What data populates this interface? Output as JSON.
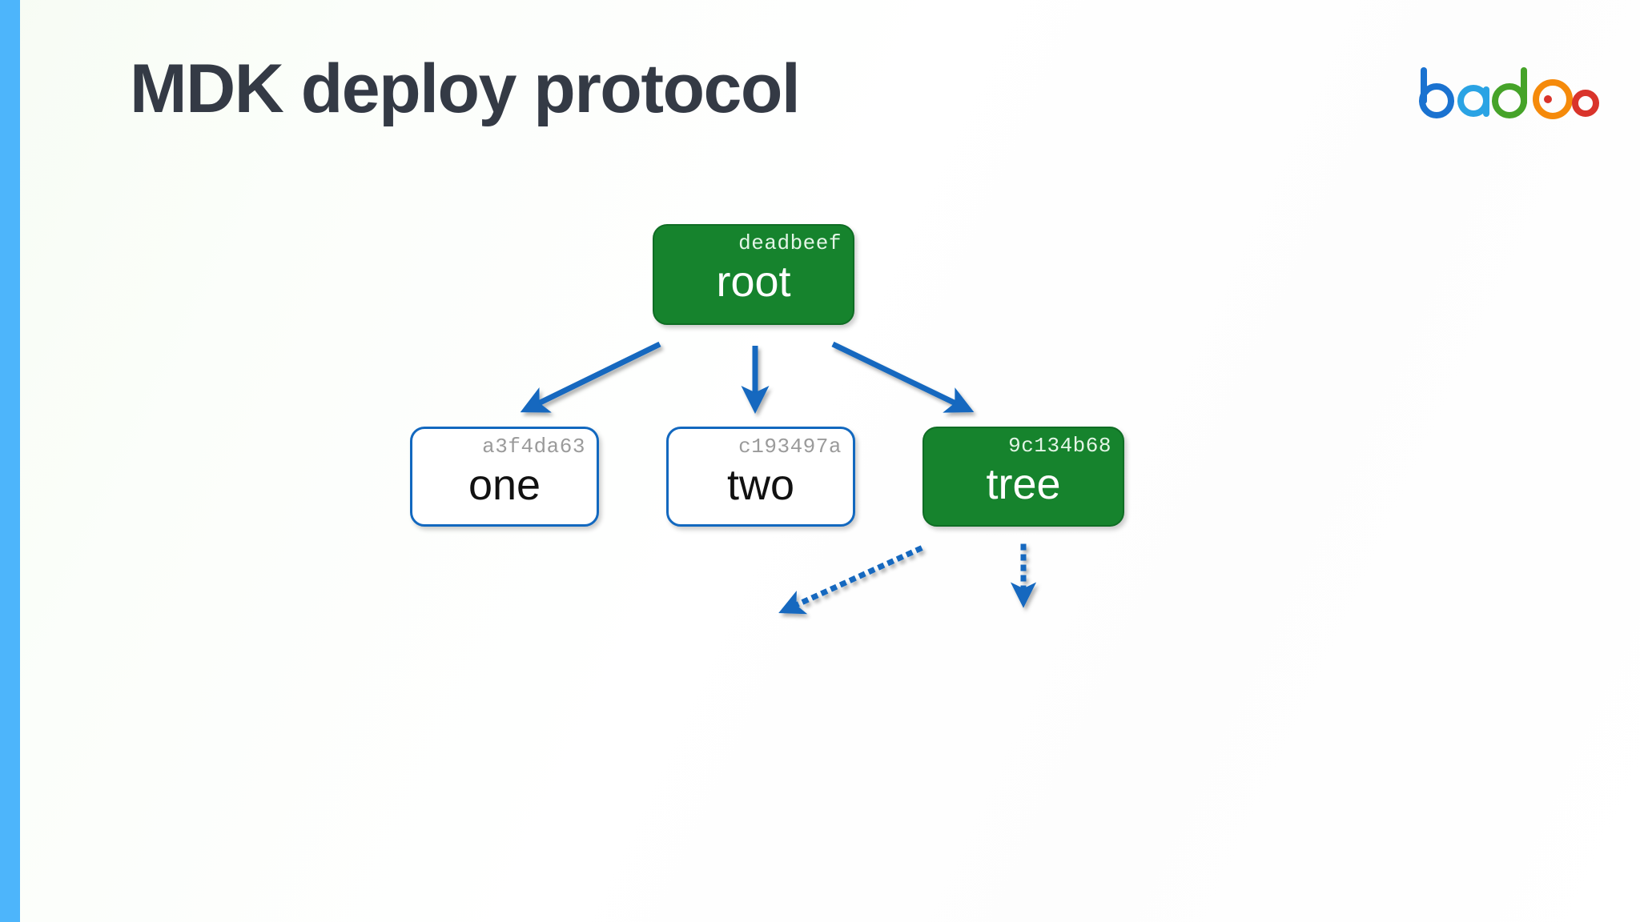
{
  "slide": {
    "title": "MDK deploy protocol",
    "accent_color": "#4db5fb",
    "title_color": "#343a45",
    "background_color": "#ffffff"
  },
  "brand": {
    "name": "badoo",
    "letters": [
      {
        "glyph": "b",
        "color": "#1a72d0"
      },
      {
        "glyph": "a",
        "color": "#2aa3e4"
      },
      {
        "glyph": "d",
        "color": "#46a329"
      },
      {
        "glyph": "o",
        "color": "#f58a0b"
      },
      {
        "glyph": "o",
        "color": "#d9342b"
      }
    ],
    "dot_color": "#d9342b"
  },
  "diagram": {
    "type": "tree",
    "node_colors": {
      "selected_fill": "#16832d",
      "selected_text": "#ffffff",
      "plain_fill": "#ffffff",
      "plain_border": "#1268bf",
      "plain_text": "#111111",
      "hash_text": "#9b9b9b",
      "edge_color": "#1268bf"
    },
    "nodes": [
      {
        "id": "root",
        "label": "root",
        "hash": "deadbeef",
        "state": "selected"
      },
      {
        "id": "one",
        "label": "one",
        "hash": "a3f4da63",
        "state": "plain"
      },
      {
        "id": "two",
        "label": "two",
        "hash": "c193497a",
        "state": "plain"
      },
      {
        "id": "tree",
        "label": "tree",
        "hash": "9c134b68",
        "state": "selected"
      }
    ],
    "edges": [
      {
        "from": "root",
        "to": "one",
        "style": "solid"
      },
      {
        "from": "root",
        "to": "two",
        "style": "solid"
      },
      {
        "from": "root",
        "to": "tree",
        "style": "solid"
      },
      {
        "from": "tree",
        "to": "",
        "style": "dotted",
        "direction": "down-left"
      },
      {
        "from": "tree",
        "to": "",
        "style": "dotted",
        "direction": "down"
      }
    ]
  }
}
